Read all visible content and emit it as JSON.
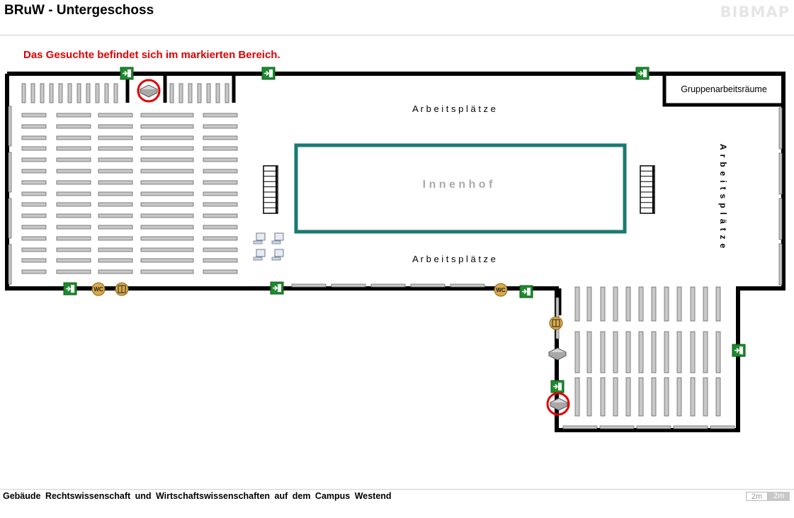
{
  "header": {
    "title": "BRuW - Untergeschoss",
    "logo": "BIBMAP"
  },
  "notice": "Das Gesuchte befindet sich im markierten Bereich.",
  "map": {
    "work_top": "A r b e i t s p l ä t z e",
    "work_bottom": "A r b e i t s p l ä t z e",
    "work_right": "Arbeitsplätze",
    "courtyard": "I n n e n h o f",
    "group_rooms": "Gruppenarbeitsräume",
    "icons": {
      "exit": "emergency-exit-icon",
      "wc": "wc-icon",
      "elevator": "elevator-icon",
      "copier": "copier-icon",
      "computer": "computer-icon",
      "stairs": "stairs-icon",
      "marker": "marker-circle"
    },
    "wc_label": "WC",
    "colors": {
      "wall": "#000000",
      "courtyard": "#1a7a70",
      "marker": "#e00000",
      "exit": "#1e8a2e",
      "shelf": "#c8c8c8"
    }
  },
  "footer": {
    "text": "Gebäude Rechtswissenschaft und Wirtschaftswissenschaften auf dem Campus Westend",
    "scale_a": "2m",
    "scale_b": "2m"
  }
}
